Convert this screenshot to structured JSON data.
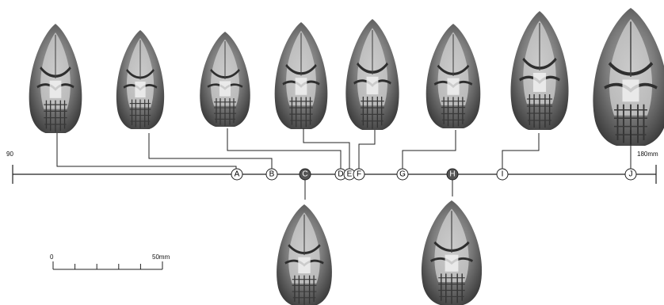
{
  "axis": {
    "start_label": "90",
    "end_label": "180mm"
  },
  "scale_bar": {
    "start_label": "0",
    "end_label": "50mm",
    "ticks": 6
  },
  "specimens": [
    {
      "letter": "A",
      "size": 1.0,
      "shade": "light",
      "position": "above"
    },
    {
      "letter": "B",
      "size": 0.98,
      "shade": "light",
      "position": "above"
    },
    {
      "letter": "C",
      "size": 0.96,
      "shade": "dark",
      "position": "below"
    },
    {
      "letter": "D",
      "size": 0.98,
      "shade": "light",
      "position": "above"
    },
    {
      "letter": "E",
      "size": 1.0,
      "shade": "light",
      "position": "above"
    },
    {
      "letter": "F",
      "size": 1.0,
      "shade": "light",
      "position": "above"
    },
    {
      "letter": "G",
      "size": 1.02,
      "shade": "light",
      "position": "above"
    },
    {
      "letter": "H",
      "size": 1.04,
      "shade": "dark",
      "position": "below"
    },
    {
      "letter": "I",
      "size": 1.08,
      "shade": "light",
      "position": "above"
    },
    {
      "letter": "J",
      "size": 1.14,
      "shade": "light",
      "position": "above"
    }
  ],
  "colors": {
    "line": "#222222",
    "skull_outer": "#5c5c5c",
    "skull_mid": "#8a8a8a",
    "skull_light": "#c8c8c8",
    "circle_dark": "#555555",
    "circle_light": "#ffffff"
  }
}
